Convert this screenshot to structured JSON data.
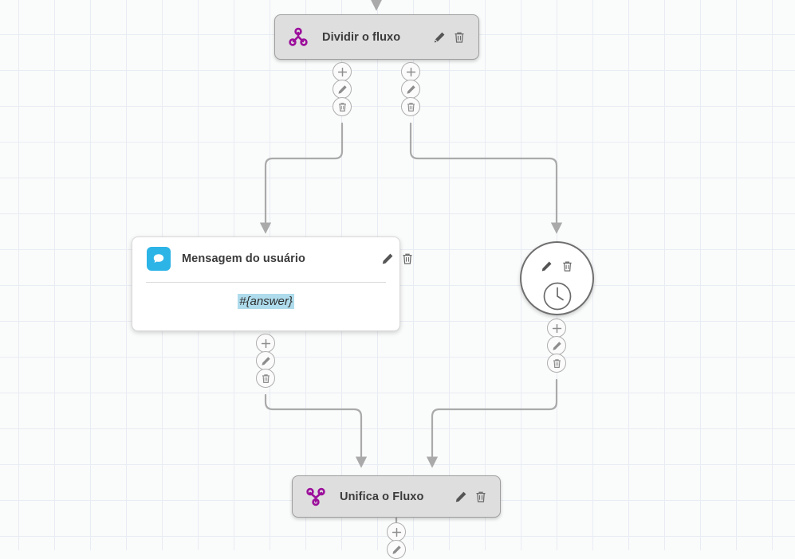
{
  "canvas": {
    "grid": "45px",
    "background_color": "#fafbfb",
    "grid_line_color": "#e8ecf3"
  },
  "colors": {
    "flow_node_purple": "#9c0f9c",
    "message_icon_blue": "#2cb4e6",
    "token_highlight": "#aedcec",
    "edge_gray": "#aaaaaa",
    "node_gray_fill": "#dedede"
  },
  "nodes": {
    "split": {
      "id": "split-flow",
      "title": "Dividir o fluxo",
      "icon": "split-flow-icon",
      "edit_label": "Editar",
      "delete_label": "Excluir"
    },
    "message": {
      "id": "user-message",
      "title": "Mensagem do usuário",
      "icon": "chat-bubble-icon",
      "body_token": "#{answer}",
      "edit_label": "Editar",
      "delete_label": "Excluir"
    },
    "delay": {
      "id": "delay-node",
      "icon": "clock-icon",
      "edit_label": "Editar",
      "delete_label": "Excluir"
    },
    "merge": {
      "id": "merge-flow",
      "title": "Unifica o Fluxo",
      "icon": "merge-flow-icon",
      "edit_label": "Editar",
      "delete_label": "Excluir"
    }
  },
  "connector_actions": {
    "add": "+",
    "add_label": "Adicionar",
    "edit_label": "Editar",
    "delete_label": "Excluir"
  }
}
